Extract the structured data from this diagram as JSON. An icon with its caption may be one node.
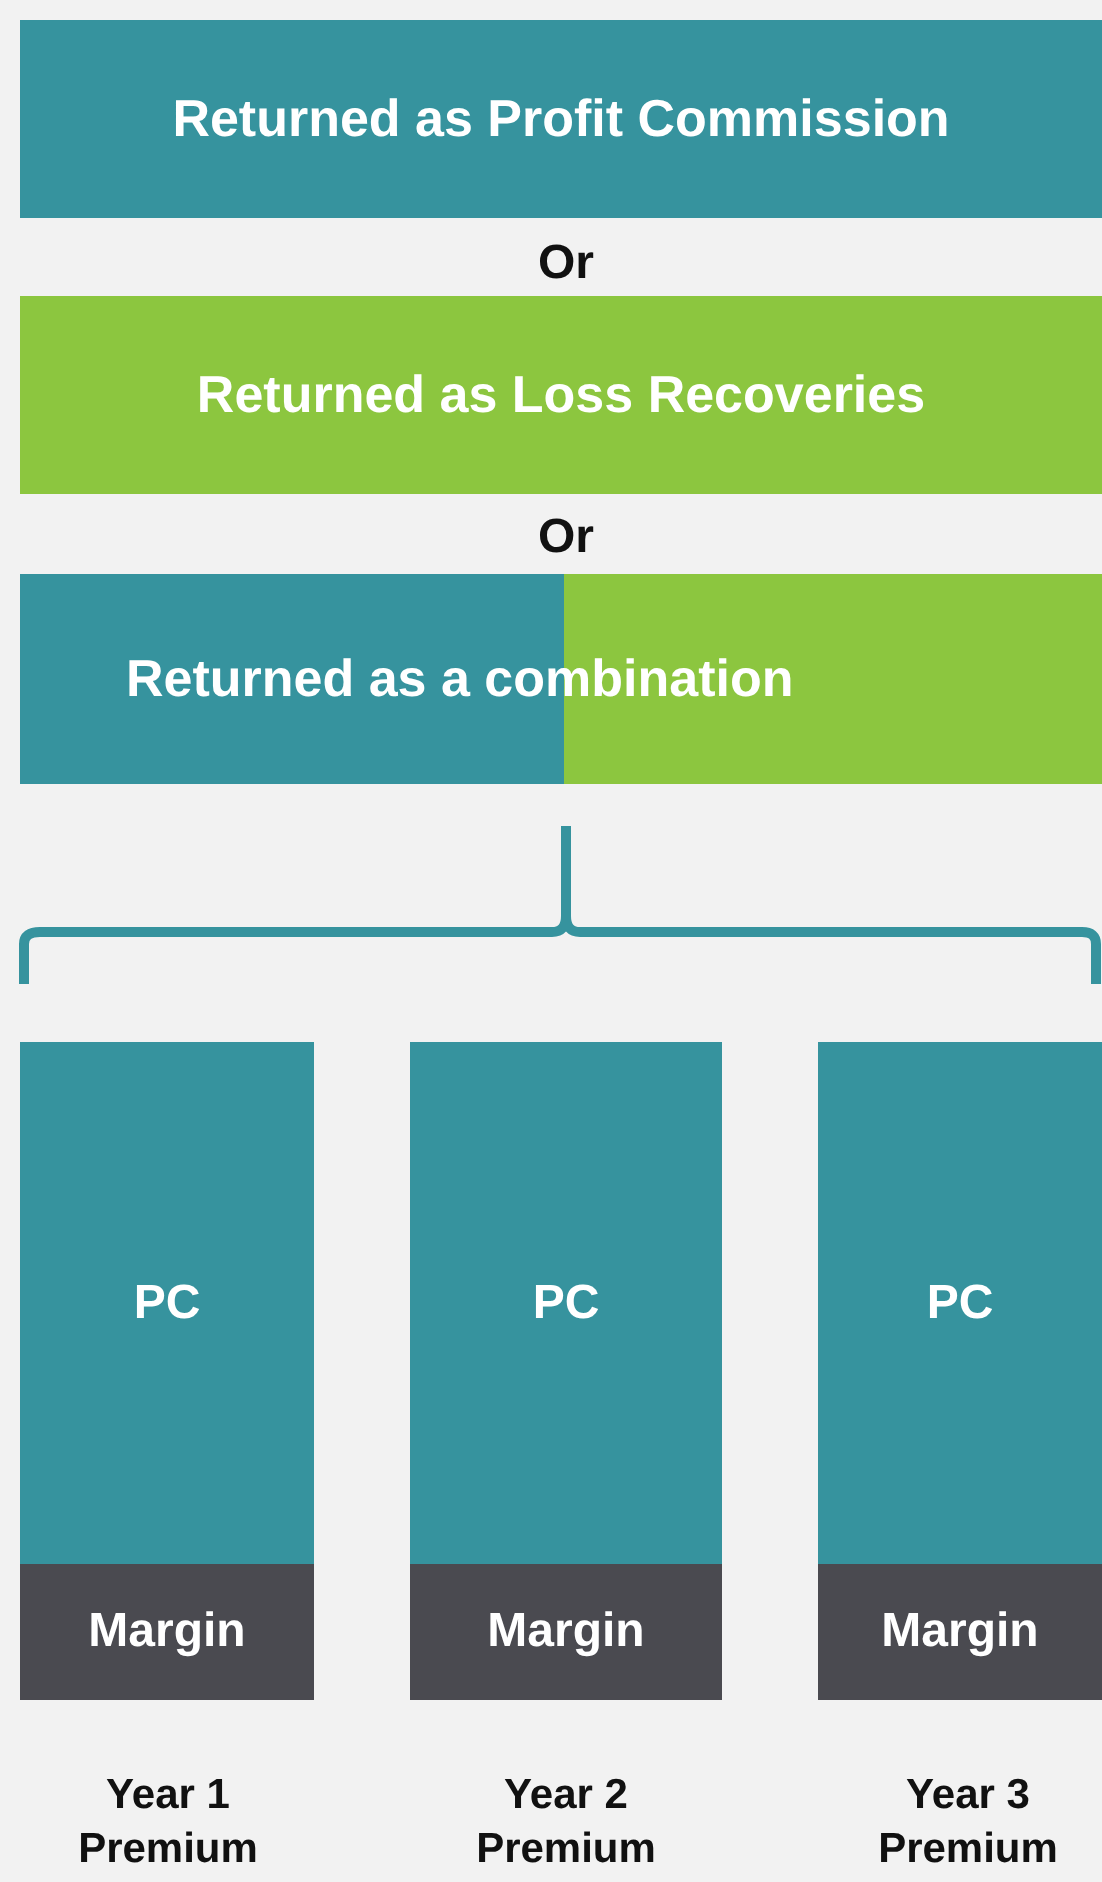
{
  "diagram": {
    "nodes": [
      {
        "text": [
          "Returned as Profit Commission"
        ]
      },
      {
        "text": [
          "Returned as Loss Recoveries"
        ]
      },
      {
        "text": [
          "Returned as a combination"
        ]
      },
      {
        "text": [
          "PC"
        ]
      },
      {
        "text": [
          "Margin"
        ]
      },
      {
        "text": [
          "PC"
        ]
      },
      {
        "text": [
          "Margin"
        ]
      },
      {
        "text": [
          "PC"
        ]
      },
      {
        "text": [
          "Margin"
        ]
      }
    ],
    "labels": [
      "Or",
      "Or",
      "Year 1 Premium",
      "Year 2 Premium",
      "Year 3 Premium"
    ]
  }
}
